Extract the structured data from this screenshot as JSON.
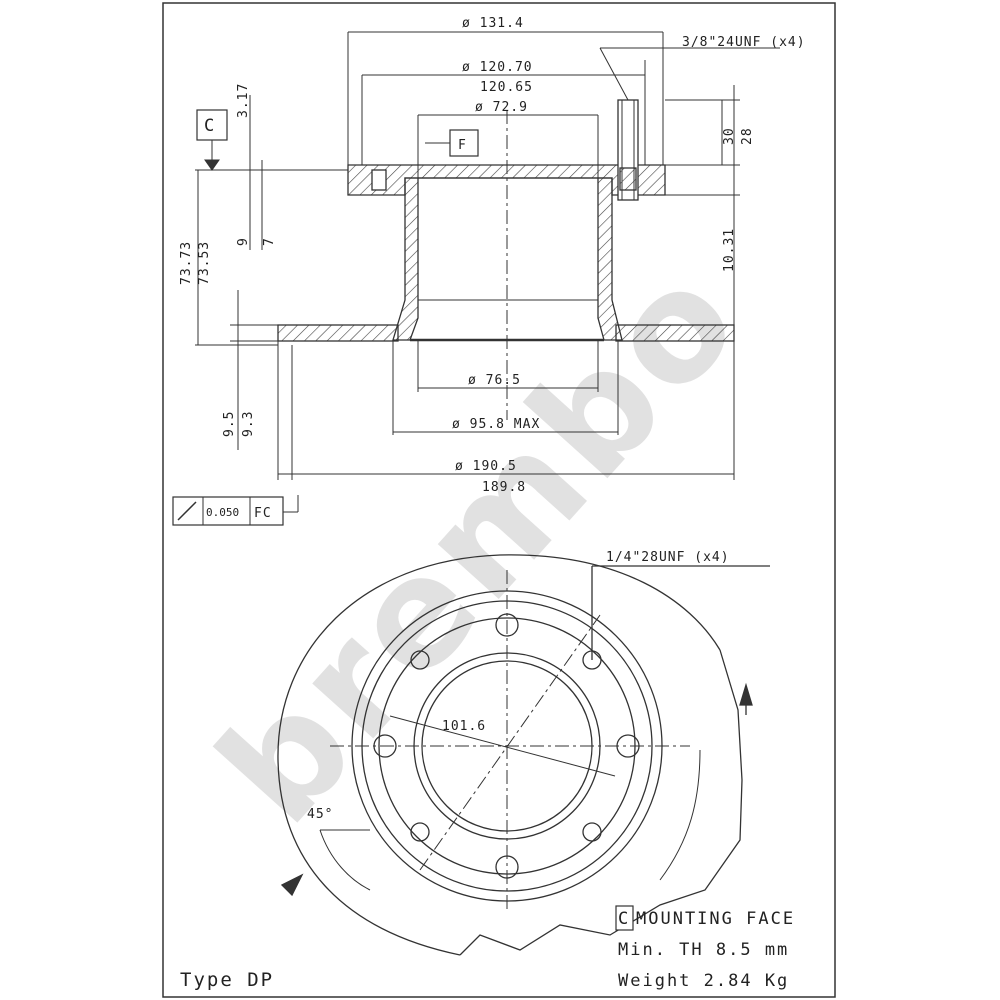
{
  "section_view": {
    "dims": {
      "d131": "ø 131.4",
      "thread_top": "3/8\"24UNF (x4)",
      "d120_70": "ø 120.70",
      "d120_65": "120.65",
      "d72": "ø 72.9",
      "h3_17": "3.17",
      "h30": "30",
      "h28": "28",
      "h73_73": "73.73",
      "h73_53": "73.53",
      "h9": "9",
      "h7": "7",
      "h10_31": "10.31",
      "h9_5": "9.5",
      "h9_3": "9.3",
      "d76": "ø 76.5",
      "d95": "ø 95.8 MAX",
      "d190": "ø 190.5",
      "d189": "189.8"
    },
    "datum_c": "C",
    "datum_f": "F",
    "tolerance_value": "0.050",
    "tolerance_ref": "FC"
  },
  "plan_view": {
    "thread_bottom": "1/4\"28UNF (x4)",
    "pcd": "101.6",
    "angle": "45°"
  },
  "notes": {
    "mounting_box": "C",
    "mounting_face": "MOUNTING FACE",
    "min_th": "Min. TH 8.5 mm",
    "weight": "Weight 2.84 Kg",
    "type": "Type DP"
  },
  "watermark": "brembo"
}
